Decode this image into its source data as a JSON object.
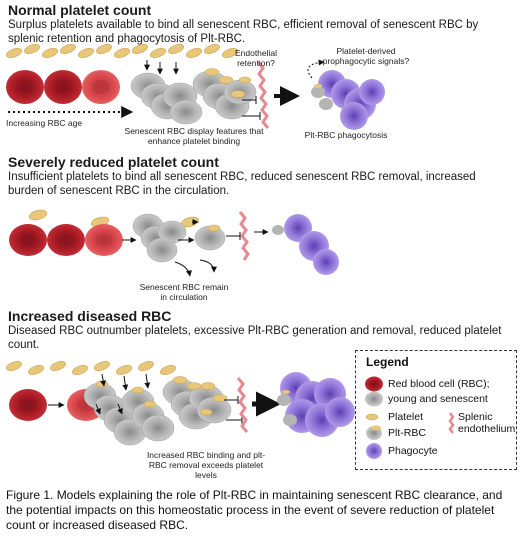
{
  "sections": [
    {
      "title": "Normal platelet count",
      "description": "Surplus platelets available to bind all senescent RBC, efficient removal of senescent RBC by splenic retention and phagocytosis of Plt-RBC.",
      "labels": {
        "endothelial": "Endothelial retention?",
        "prophagocytic": "Platelet-derived prophagocytic signals?",
        "increasing_age": "Increasing RBC age",
        "senescent_display": "Senescent RBC display features that enhance platelet binding",
        "phagocytosis": "Plt-RBC phagocytosis"
      }
    },
    {
      "title": "Severely reduced platelet count",
      "description": "Insufficient platelets to bind all senescent RBC, reduced senescent RBC removal, increased burden of senescent RBC in the circulation.",
      "labels": {
        "remain": "Senescent RBC remain in circulation"
      }
    },
    {
      "title": "Increased diseased RBC",
      "description": "Diseased RBC outnumber platelets, excessive Plt-RBC generation and removal, reduced platelet count.",
      "labels": {
        "exceeds": "Increased RBC binding and plt-RBC removal exceeds platelet levels"
      }
    }
  ],
  "legend": {
    "title": "Legend",
    "items": {
      "rbc": "Red blood cell (RBC);",
      "senescent": "young and senescent",
      "platelet": "Platelet",
      "pltrbc": "Plt-RBC",
      "splenic": "Splenic endothelium",
      "phagocyte": "Phagocyte"
    }
  },
  "caption": "Figure 1. Models explaining the role of Plt-RBC in maintaining senescent RBC clearance, and the potential impacts on this homeostatic process in the event of severe reduction of platelet count or increased diseased RBC.",
  "colors": {
    "rbc_dark": "#b01f2a",
    "rbc_light": "#d9484c",
    "senescent_gray": "#a9a9a9",
    "platelet": "#e8c77a",
    "phagocyte": "#9b82d6",
    "splenic": "#e58a8e"
  }
}
